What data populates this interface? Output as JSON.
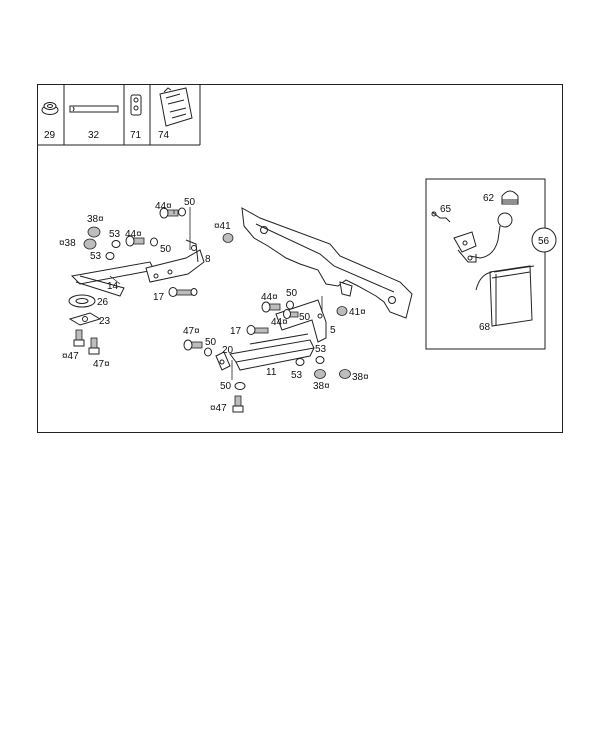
{
  "legend": [
    {
      "id": "29",
      "icon": "nut-icon"
    },
    {
      "id": "32",
      "icon": "strip-icon"
    },
    {
      "id": "71",
      "icon": "clip-icon"
    },
    {
      "id": "74",
      "icon": "instruction-sheet-icon"
    }
  ],
  "callouts": [
    {
      "key": "c38a",
      "text": "38¤"
    },
    {
      "key": "c44a",
      "text": "44¤"
    },
    {
      "key": "c50a",
      "text": "50"
    },
    {
      "key": "c41a",
      "text": "¤41"
    },
    {
      "key": "c53a",
      "text": "53"
    },
    {
      "key": "c44b",
      "text": "44¤"
    },
    {
      "key": "c38b",
      "text": "¤38"
    },
    {
      "key": "c50b",
      "text": "50"
    },
    {
      "key": "c53b",
      "text": "53"
    },
    {
      "key": "c8",
      "text": "8"
    },
    {
      "key": "c14",
      "text": "14"
    },
    {
      "key": "c17a",
      "text": "17"
    },
    {
      "key": "c26",
      "text": "26"
    },
    {
      "key": "c23",
      "text": "23"
    },
    {
      "key": "c47a",
      "text": "¤47"
    },
    {
      "key": "c47b",
      "text": "47¤"
    },
    {
      "key": "c44c",
      "text": "44¤"
    },
    {
      "key": "c50c",
      "text": "50"
    },
    {
      "key": "c44d",
      "text": "44¤"
    },
    {
      "key": "c50d",
      "text": "50"
    },
    {
      "key": "c41b",
      "text": "41¤"
    },
    {
      "key": "c5",
      "text": "5"
    },
    {
      "key": "c47c",
      "text": "47¤"
    },
    {
      "key": "c17b",
      "text": "17"
    },
    {
      "key": "c50e",
      "text": "50"
    },
    {
      "key": "c20",
      "text": "20"
    },
    {
      "key": "c11",
      "text": "11"
    },
    {
      "key": "c53c",
      "text": "53"
    },
    {
      "key": "c53d",
      "text": "53"
    },
    {
      "key": "c38c",
      "text": "38¤"
    },
    {
      "key": "c38d",
      "text": "38¤"
    },
    {
      "key": "c50f",
      "text": "50"
    },
    {
      "key": "c47d",
      "text": "¤47"
    },
    {
      "key": "c65",
      "text": "65"
    },
    {
      "key": "c62",
      "text": "62"
    },
    {
      "key": "c56",
      "text": "56"
    },
    {
      "key": "c68",
      "text": "68"
    }
  ]
}
